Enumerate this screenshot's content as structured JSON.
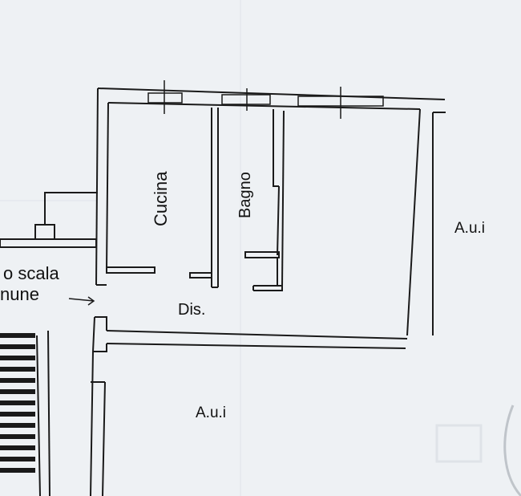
{
  "labels": {
    "cucina": "Cucina",
    "bagno": "Bagno",
    "dis": "Dis.",
    "aui_right": "A.u.i",
    "aui_bottom": "A.u.i",
    "scala_line1": "o scala",
    "scala_line2": "nune"
  },
  "colors": {
    "paper": "#eef1f4",
    "ink": "#1a1a1a",
    "ghost_text": "#c9ced6"
  }
}
